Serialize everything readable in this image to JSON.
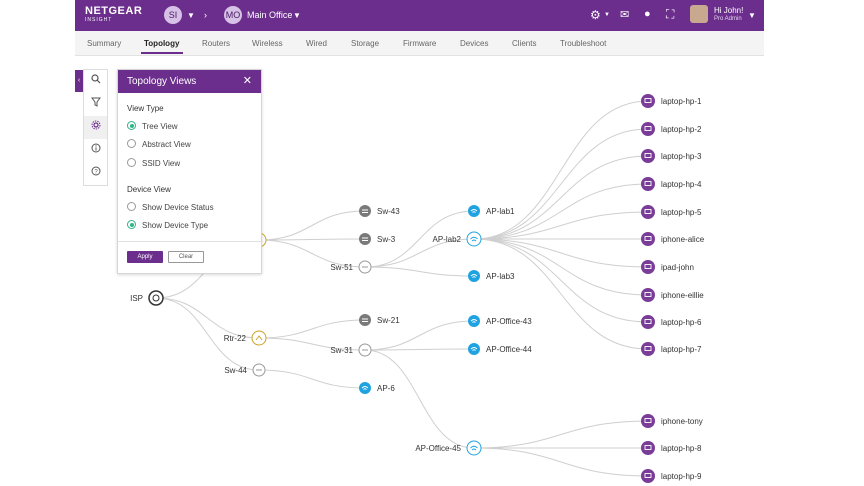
{
  "header": {
    "logo_text": "NETGEAR",
    "logo_sub": "INSIGHT",
    "org_initials": "SI",
    "location_initials": "MO",
    "location_name": "Main Office",
    "greeting": "Hi John!",
    "role": "Pro Admin"
  },
  "tabs": [
    {
      "label": "Summary"
    },
    {
      "label": "Topology",
      "active": true
    },
    {
      "label": "Routers"
    },
    {
      "label": "Wireless"
    },
    {
      "label": "Wired"
    },
    {
      "label": "Storage"
    },
    {
      "label": "Firmware"
    },
    {
      "label": "Devices"
    },
    {
      "label": "Clients"
    },
    {
      "label": "Troubleshoot"
    }
  ],
  "toolbar": {
    "icons": [
      "search-icon",
      "filter-icon",
      "settings-icon",
      "info-icon",
      "help-icon"
    ]
  },
  "panel": {
    "title": "Topology Views",
    "close_glyph": "✕",
    "view_type_title": "View Type",
    "view_type_options": [
      {
        "label": "Tree View",
        "selected": true
      },
      {
        "label": "Abstract View",
        "selected": false
      },
      {
        "label": "SSID View",
        "selected": false
      }
    ],
    "device_view_title": "Device View",
    "device_view_options": [
      {
        "label": "Show Device Status",
        "selected": false
      },
      {
        "label": "Show Device Type",
        "selected": true
      }
    ],
    "apply_label": "Apply",
    "clear_label": "Clear"
  },
  "colors": {
    "brand": "#6b2e8c",
    "switch": "#7a7a7a",
    "ap": "#1fa3e0",
    "router": "#c9a227",
    "client": "#7a3d97",
    "link": "#cfcfcf",
    "radio_on": "#2fb58a"
  },
  "topology": {
    "nodes": [
      {
        "id": "isp",
        "label": "ISP",
        "type": "isp",
        "label_side": "left"
      },
      {
        "id": "rtr1",
        "label": "",
        "type": "router",
        "label_side": "left"
      },
      {
        "id": "sw43",
        "label": "Sw-43",
        "type": "switch",
        "label_side": "right"
      },
      {
        "id": "sw3",
        "label": "Sw-3",
        "type": "switch",
        "label_side": "right"
      },
      {
        "id": "sw51",
        "label": "Sw-51",
        "type": "switch-outline",
        "label_side": "left"
      },
      {
        "id": "aplab1",
        "label": "AP-lab1",
        "type": "ap",
        "label_side": "right"
      },
      {
        "id": "aplab2",
        "label": "AP-lab2",
        "type": "ap-outline",
        "label_side": "left"
      },
      {
        "id": "aplab3",
        "label": "AP-lab3",
        "type": "ap",
        "label_side": "right"
      },
      {
        "id": "rtr22",
        "label": "Rtr-22",
        "type": "router",
        "label_side": "left"
      },
      {
        "id": "sw21",
        "label": "Sw-21",
        "type": "switch",
        "label_side": "right"
      },
      {
        "id": "sw31",
        "label": "Sw-31",
        "type": "switch-outline",
        "label_side": "left"
      },
      {
        "id": "apoff43",
        "label": "AP-Office-43",
        "type": "ap",
        "label_side": "right"
      },
      {
        "id": "apoff44",
        "label": "AP-Office-44",
        "type": "ap",
        "label_side": "right"
      },
      {
        "id": "sw44",
        "label": "Sw-44",
        "type": "switch-outline",
        "label_side": "left"
      },
      {
        "id": "ap6",
        "label": "AP-6",
        "type": "ap",
        "label_side": "right"
      },
      {
        "id": "apoff45",
        "label": "AP-Office-45",
        "type": "ap-outline",
        "label_side": "left"
      },
      {
        "id": "c1",
        "label": "laptop-hp-1",
        "type": "client",
        "label_side": "right"
      },
      {
        "id": "c2",
        "label": "laptop-hp-2",
        "type": "client",
        "label_side": "right"
      },
      {
        "id": "c3",
        "label": "laptop-hp-3",
        "type": "client",
        "label_side": "right"
      },
      {
        "id": "c4",
        "label": "laptop-hp-4",
        "type": "client",
        "label_side": "right"
      },
      {
        "id": "c5",
        "label": "laptop-hp-5",
        "type": "client",
        "label_side": "right"
      },
      {
        "id": "c6",
        "label": "iphone-alice",
        "type": "client",
        "label_side": "right"
      },
      {
        "id": "c7",
        "label": "ipad-john",
        "type": "client",
        "label_side": "right"
      },
      {
        "id": "c8",
        "label": "iphone-eillie",
        "type": "client",
        "label_side": "right"
      },
      {
        "id": "c9",
        "label": "laptop-hp-6",
        "type": "client",
        "label_side": "right"
      },
      {
        "id": "c10",
        "label": "laptop-hp-7",
        "type": "client",
        "label_side": "right"
      },
      {
        "id": "c11",
        "label": "iphone-tony",
        "type": "client",
        "label_side": "right"
      },
      {
        "id": "c12",
        "label": "laptop-hp-8",
        "type": "client",
        "label_side": "right"
      },
      {
        "id": "c13",
        "label": "laptop-hp-9",
        "type": "client",
        "label_side": "right"
      }
    ],
    "links": [
      [
        "isp",
        "rtr1"
      ],
      [
        "isp",
        "rtr22"
      ],
      [
        "isp",
        "sw44"
      ],
      [
        "rtr1",
        "sw43"
      ],
      [
        "rtr1",
        "sw3"
      ],
      [
        "rtr1",
        "sw51"
      ],
      [
        "sw51",
        "aplab1"
      ],
      [
        "sw51",
        "aplab2"
      ],
      [
        "sw51",
        "aplab3"
      ],
      [
        "aplab2",
        "c1"
      ],
      [
        "aplab2",
        "c2"
      ],
      [
        "aplab2",
        "c3"
      ],
      [
        "aplab2",
        "c4"
      ],
      [
        "aplab2",
        "c5"
      ],
      [
        "aplab2",
        "c6"
      ],
      [
        "aplab2",
        "c7"
      ],
      [
        "aplab2",
        "c8"
      ],
      [
        "aplab2",
        "c9"
      ],
      [
        "aplab2",
        "c10"
      ],
      [
        "rtr22",
        "sw21"
      ],
      [
        "rtr22",
        "sw31"
      ],
      [
        "sw31",
        "apoff43"
      ],
      [
        "sw31",
        "apoff44"
      ],
      [
        "sw31",
        "apoff45"
      ],
      [
        "sw44",
        "ap6"
      ],
      [
        "apoff45",
        "c11"
      ],
      [
        "apoff45",
        "c12"
      ],
      [
        "apoff45",
        "c13"
      ]
    ]
  }
}
